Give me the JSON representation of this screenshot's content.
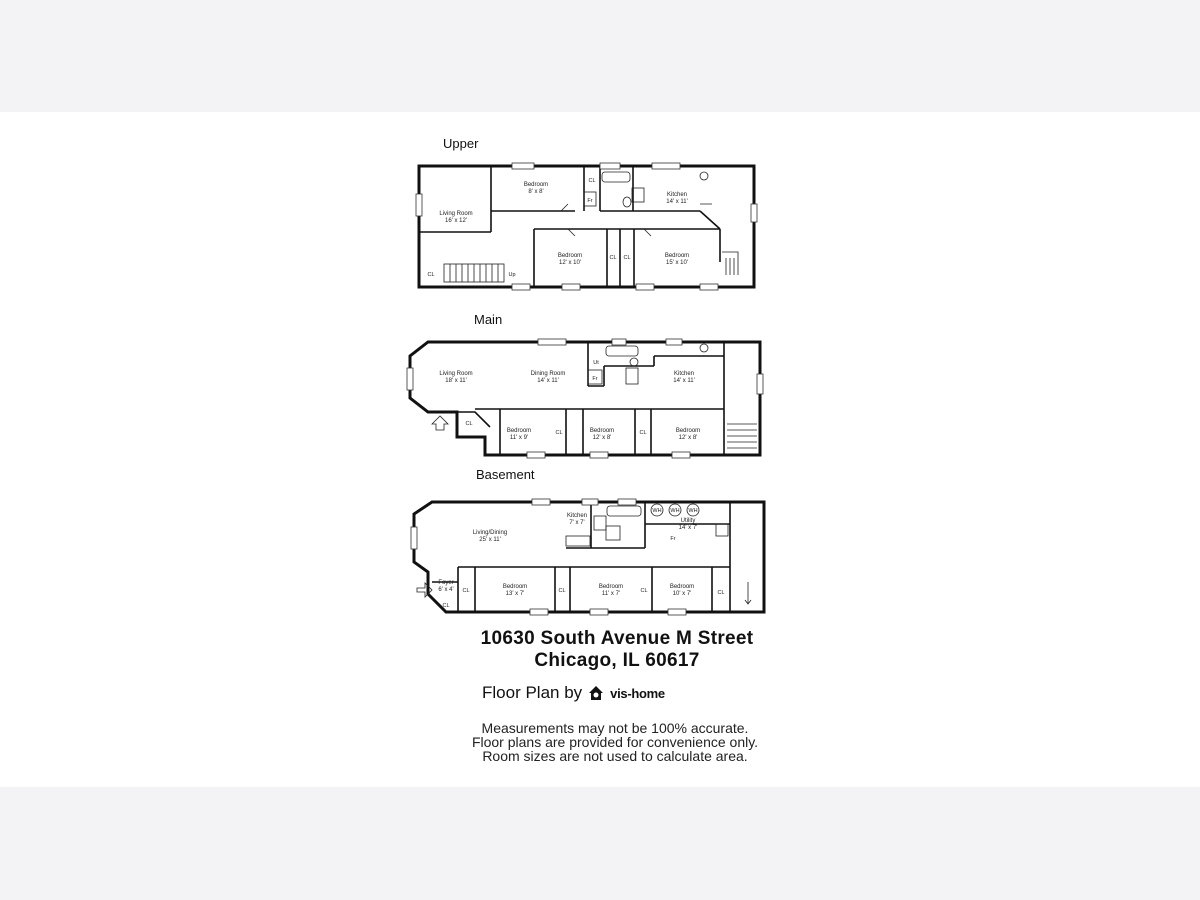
{
  "floors": {
    "upper": {
      "title": "Upper",
      "rooms": {
        "living": {
          "name": "Living Room",
          "size": "16' x 12'"
        },
        "bed1": {
          "name": "Bedroom",
          "size": "8' x 8'"
        },
        "kitchen": {
          "name": "Kitchen",
          "size": "14' x 11'"
        },
        "bed2": {
          "name": "Bedroom",
          "size": "12' x 10'"
        },
        "bed3": {
          "name": "Bedroom",
          "size": "15' x 10'"
        }
      },
      "marks": {
        "cl": "CL",
        "fr": "Fr",
        "up": "Up"
      }
    },
    "main": {
      "title": "Main",
      "rooms": {
        "living": {
          "name": "Living Room",
          "size": "18' x 11'"
        },
        "dining": {
          "name": "Dining Room",
          "size": "14' x 11'"
        },
        "kitchen": {
          "name": "Kitchen",
          "size": "14' x 11'"
        },
        "bed1": {
          "name": "Bedroom",
          "size": "11' x 9'"
        },
        "bed2": {
          "name": "Bedroom",
          "size": "12' x 8'"
        },
        "bed3": {
          "name": "Bedroom",
          "size": "12' x 8'"
        }
      },
      "marks": {
        "cl": "CL",
        "ut": "Ut",
        "fr": "Fr"
      }
    },
    "basement": {
      "title": "Basement",
      "rooms": {
        "living": {
          "name": "Living/Dining",
          "size": "25' x 11'"
        },
        "kitchen": {
          "name": "Kitchen",
          "size": "7' x 7'"
        },
        "utility": {
          "name": "Utility",
          "size": "14' x 7'"
        },
        "foyer": {
          "name": "Foyer",
          "size": "6' x 4'"
        },
        "bed1": {
          "name": "Bedroom",
          "size": "13' x 7'"
        },
        "bed2": {
          "name": "Bedroom",
          "size": "11' x 7'"
        },
        "bed3": {
          "name": "Bedroom",
          "size": "10' x 7'"
        }
      },
      "marks": {
        "cl": "CL",
        "fr": "Fr",
        "wh": "WH"
      }
    }
  },
  "address": {
    "line1": "10630 South Avenue M Street",
    "line2": "Chicago, IL 60617"
  },
  "credit": {
    "label": "Floor Plan by",
    "brand": "vis-home"
  },
  "disclaimer": {
    "line1": "Measurements may not be 100% accurate.",
    "line2": "Floor plans are provided for convenience only.",
    "line3": "Room sizes are not used to calculate area."
  }
}
